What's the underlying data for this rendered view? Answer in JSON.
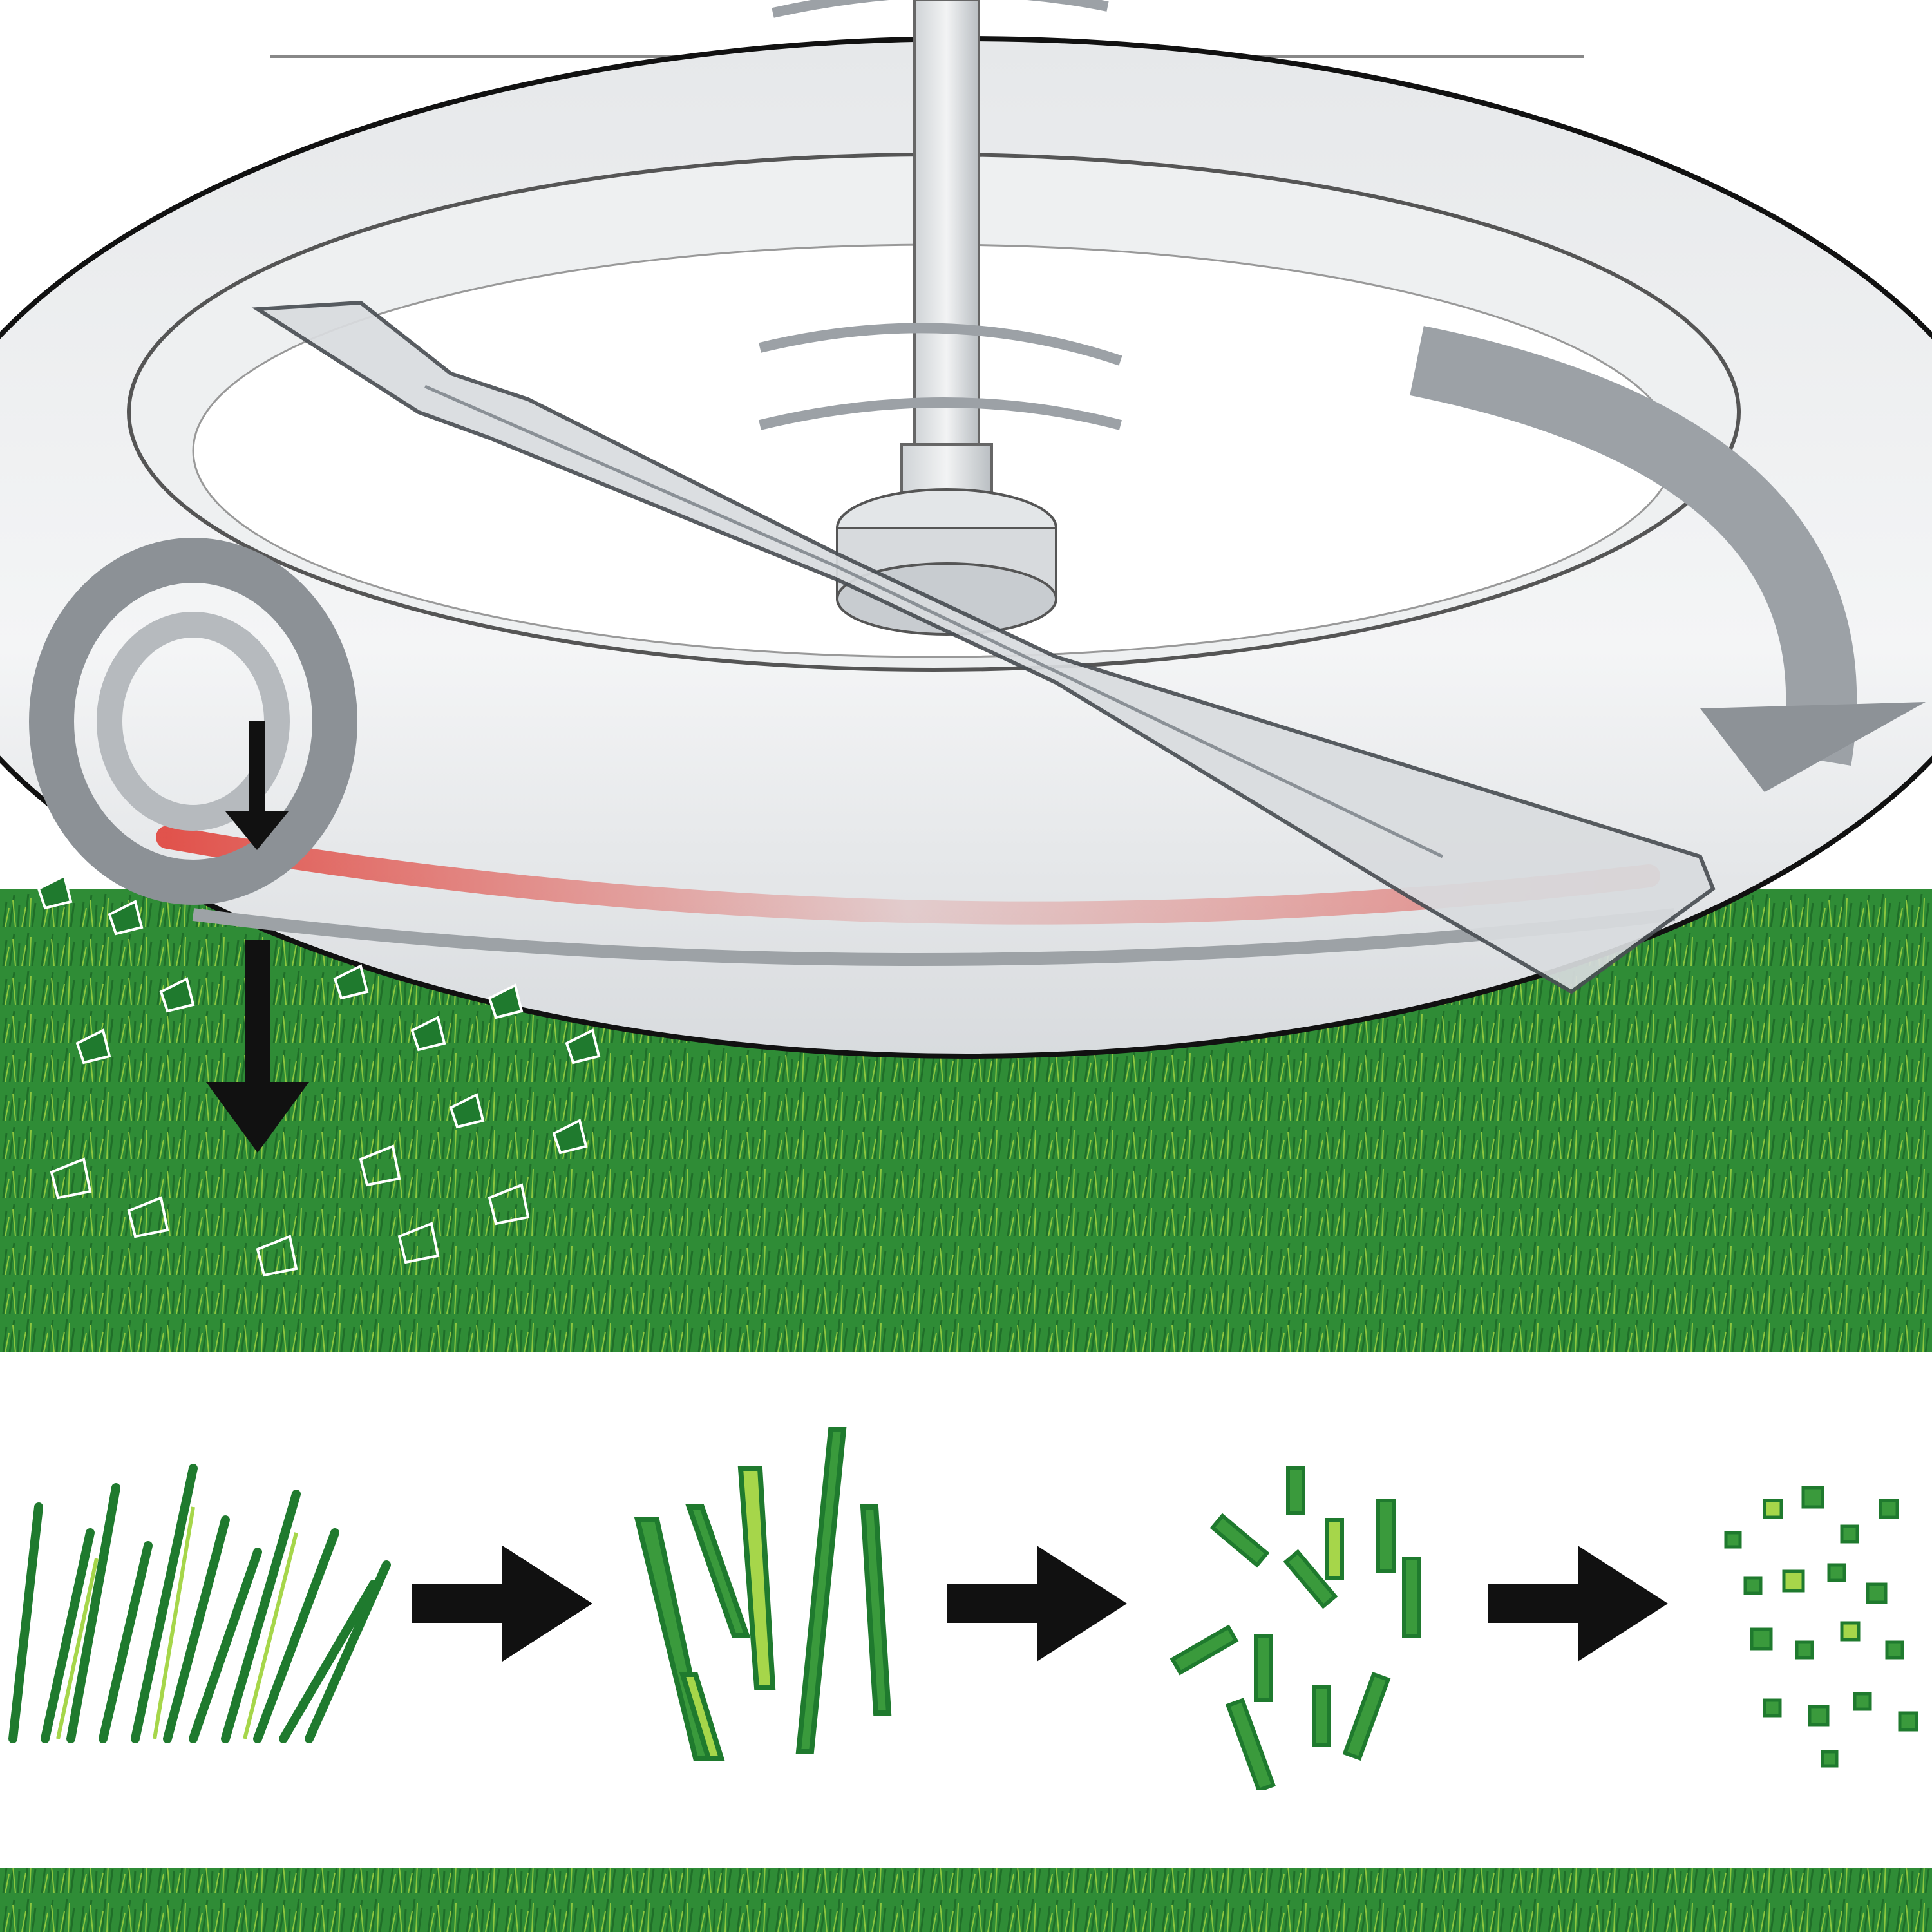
{
  "diagram": {
    "subject": "mulching-mower-blade",
    "colors": {
      "grass_dark": "#1f7a2e",
      "grass_mid": "#3a9a3c",
      "grass_light": "#a6d64a",
      "deck_gray": "#cfd3d6",
      "deck_edge": "#111111",
      "arrow": "#111111",
      "cut_line": "#e0423a"
    },
    "stages": [
      {
        "id": "whole-grass",
        "icon": "grass-tuft-icon"
      },
      {
        "id": "cut-blades",
        "icon": "cut-blades-icon"
      },
      {
        "id": "chopped-pieces",
        "icon": "chopped-pieces-icon"
      },
      {
        "id": "fine-mulch",
        "icon": "fine-mulch-icon"
      }
    ],
    "arrows": [
      "arrow-right-icon",
      "arrow-right-icon",
      "arrow-right-icon"
    ]
  }
}
